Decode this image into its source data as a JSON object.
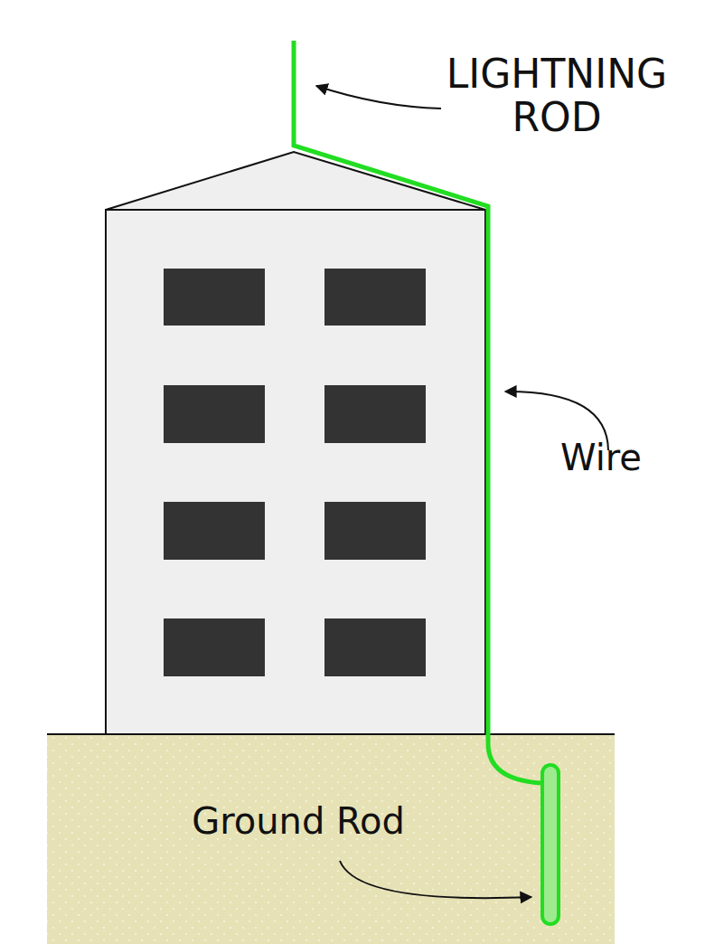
{
  "diagram": {
    "labels": [
      "LIGHTNING ROD",
      "Wire",
      "Ground Rod"
    ]
  }
}
